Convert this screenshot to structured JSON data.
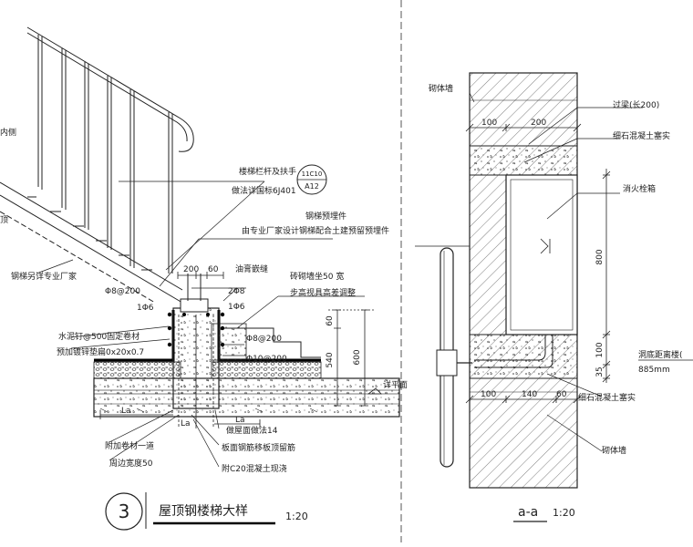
{
  "left_detail": {
    "title_number": "3",
    "title": "屋顶钢楼梯大样",
    "scale": "1:20",
    "side_note_top": "内侧",
    "side_note_mid": "顶",
    "labels": {
      "railing": "楼梯栏杆及扶手",
      "railing_ref": "做法详国标6J401",
      "callout_top": "11C10",
      "callout_bottom": "A12",
      "stair_supplier": "钢梯另详专业厂家",
      "embed": "钢梯预埋件",
      "embed_note": "由专业厂家设计钢梯配合土建预留预埋件",
      "sealant": "油膏嵌缝",
      "brick_wall": "砖砌墙坐50 宽",
      "brick_wall_note": "步高视具高差调整",
      "rebar_1": "Φ8@200",
      "rebar_2": "1Φ6",
      "rebar_3": "2Φ8",
      "rebar_4": "1Φ6",
      "rebar_5": "Φ8@200",
      "rebar_6": "Φ10@200",
      "nail": "水泥钉@500固定卷材",
      "flat_bar": "预加镀锌垫扁0x20x0.7",
      "surface": "详平面",
      "finish": "做屋面做法14",
      "add_membrane": "附加卷材一道",
      "width_note": "周边宽度50",
      "slab_note": "板面钢筋移板顶留筋",
      "concrete": "附C20混凝土现浇"
    },
    "dims": {
      "d200": "200",
      "d60": "60",
      "d540": "540",
      "d600": "600",
      "d60b": "60",
      "la1": "La",
      "la2": "La",
      "la3": "La"
    }
  },
  "right_detail": {
    "title": "a-a",
    "scale": "1:20",
    "labels": {
      "wall_top": "砌体墙",
      "lintel": "过梁(长200)",
      "fine_concrete_top": "细石混凝土塞实",
      "hydrant": "消火栓箱",
      "hole_height": "洞底距离楼(",
      "hole_height_value": "885mm",
      "fine_concrete_bottom": "细石混凝土塞实",
      "wall_bottom": "砌体墙"
    },
    "dims": {
      "d100_top": "100",
      "d200_top": "200",
      "d800": "800",
      "d100_mid": "100",
      "d35": "35",
      "d100_bot": "100",
      "d140": "140",
      "d60": "60"
    }
  }
}
